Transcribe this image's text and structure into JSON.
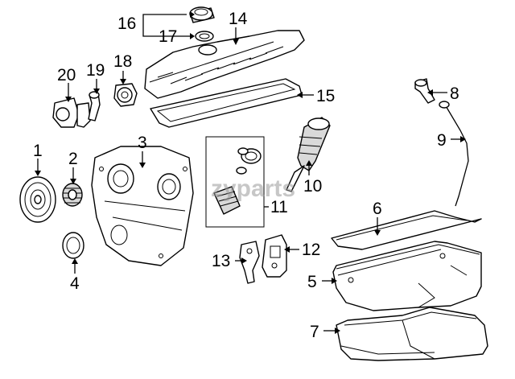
{
  "watermark": "zyparts",
  "callouts": {
    "c1": "1",
    "c2": "2",
    "c3": "3",
    "c4": "4",
    "c5": "5",
    "c6": "6",
    "c7": "7",
    "c8": "8",
    "c9": "9",
    "c10": "10",
    "c11": "11",
    "c12": "12",
    "c13": "13",
    "c14": "14",
    "c15": "15",
    "c16": "16",
    "c17": "17",
    "c18": "18",
    "c19": "19",
    "c20": "20"
  }
}
